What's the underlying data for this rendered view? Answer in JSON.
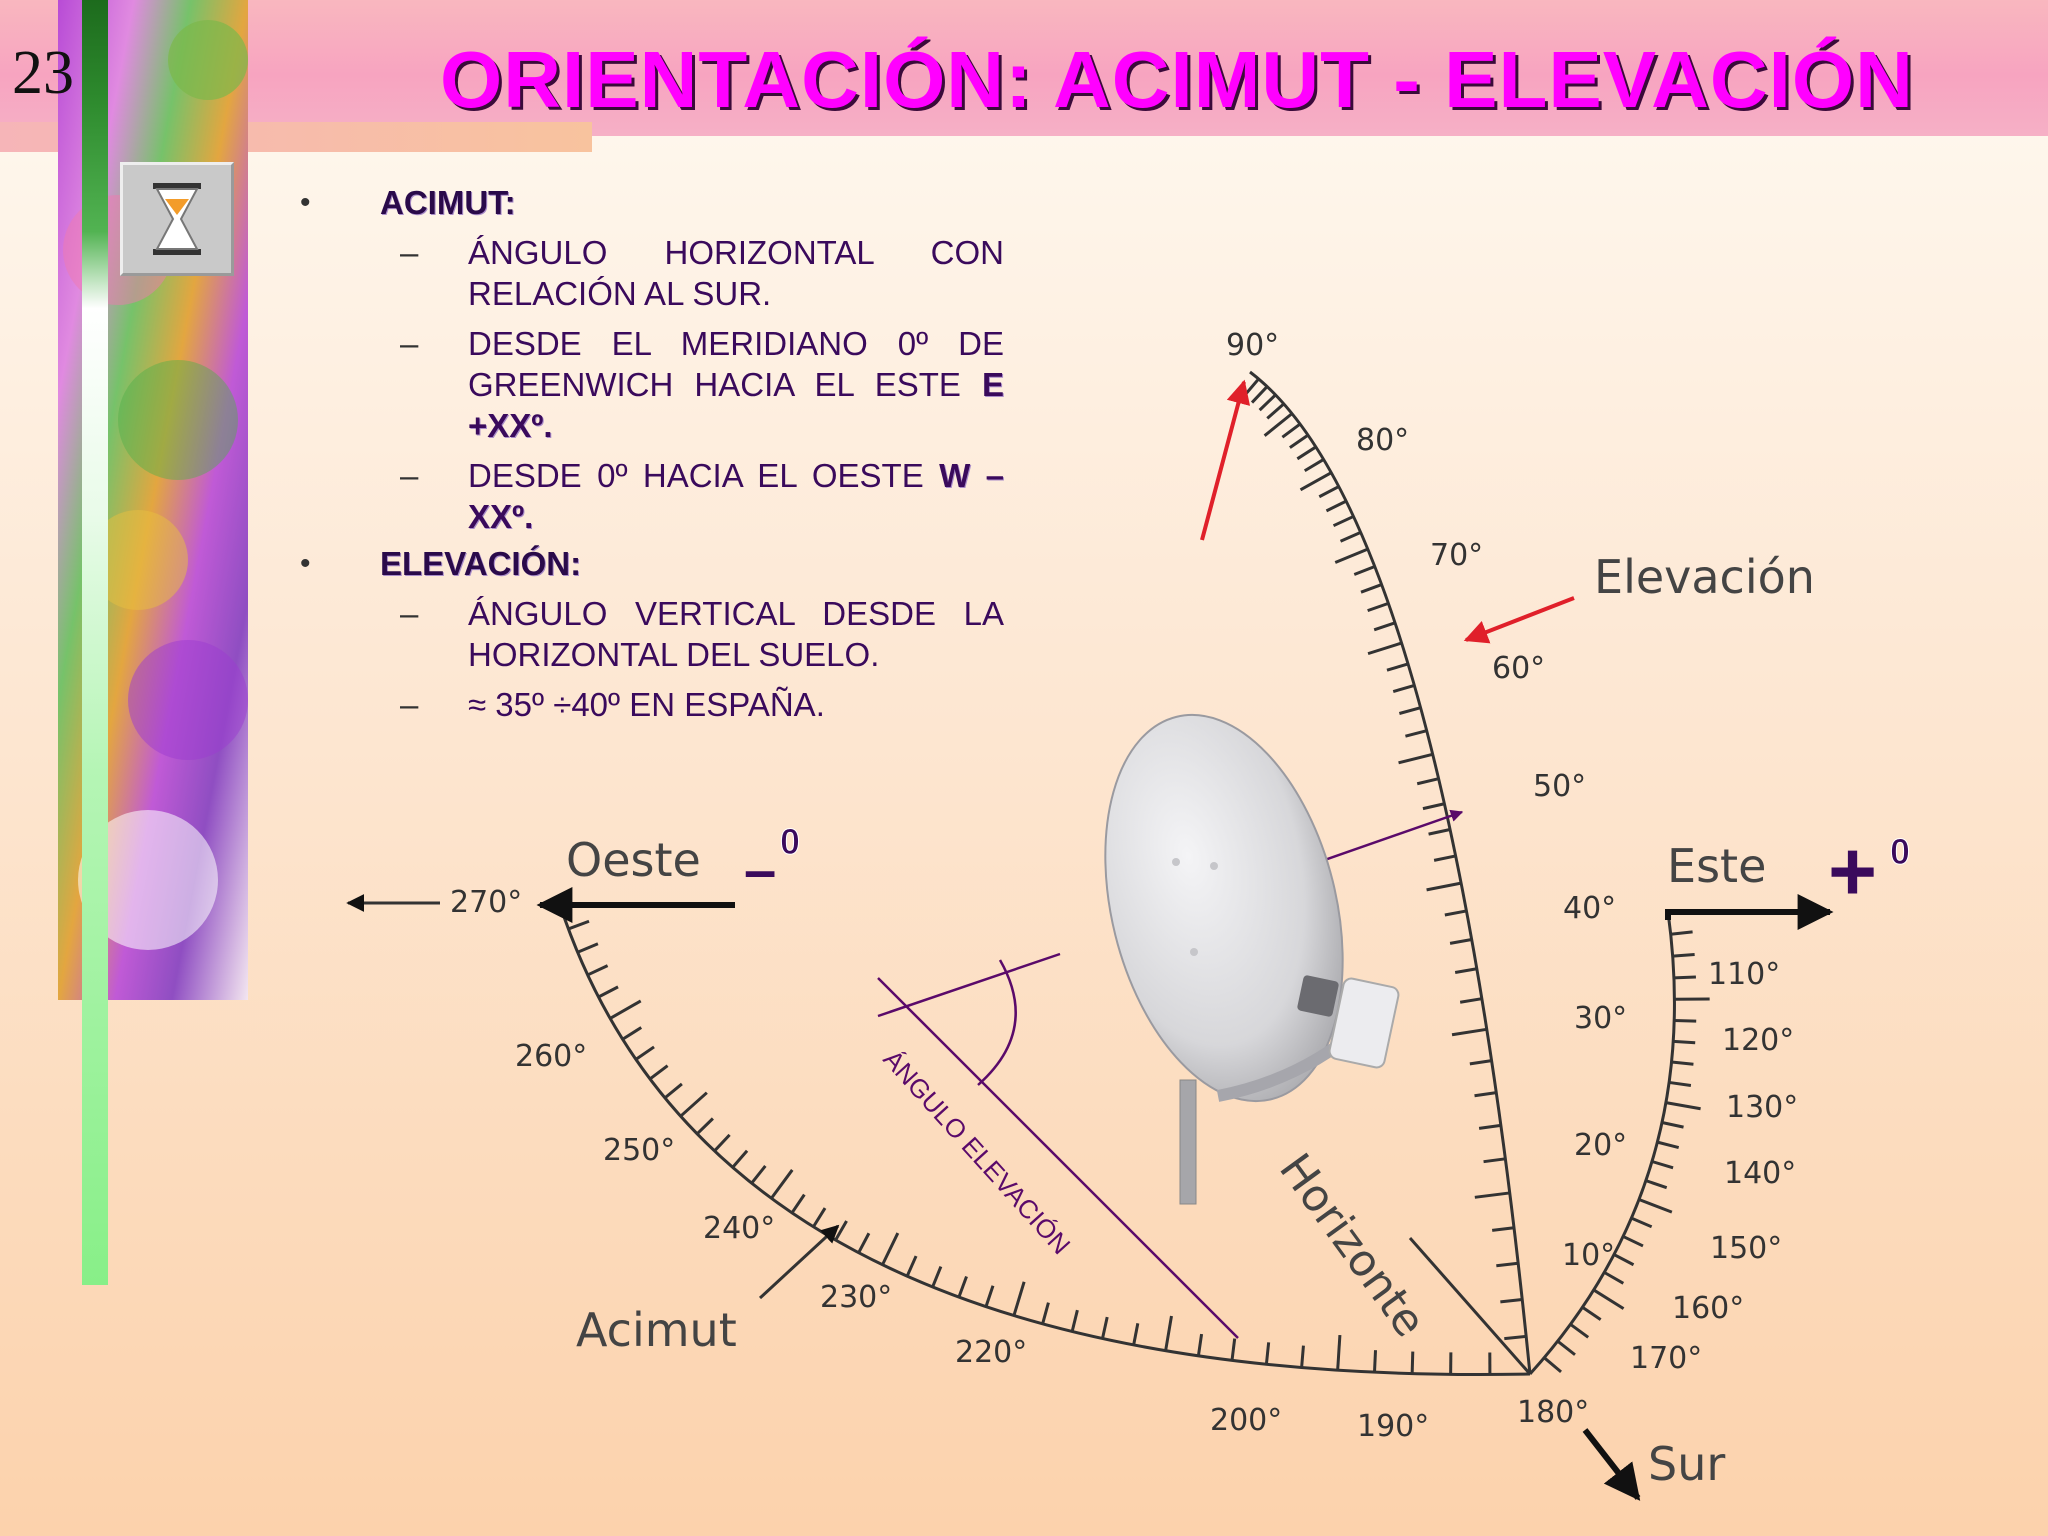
{
  "slide": {
    "number": "23",
    "title": "ORIENTACIÓN: ACIMUT - ELEVACIÓN"
  },
  "bullets": [
    {
      "heading": "ACIMUT:",
      "items": [
        {
          "text": "ÁNGULO HORIZONTAL CON RELACIÓN AL SUR.",
          "bold": ""
        },
        {
          "text": "DESDE EL MERIDIANO 0º DE GREENWICH HACIA EL ESTE ",
          "bold": "E +XXº."
        },
        {
          "text": "DESDE 0º HACIA EL OESTE ",
          "bold": "W –XXº."
        }
      ]
    },
    {
      "heading": "ELEVACIÓN:",
      "items": [
        {
          "text": "ÁNGULO VERTICAL DESDE LA HORIZONTAL DEL SUELO.",
          "bold": ""
        },
        {
          "text": "≈ 35º ÷40º EN ESPAÑA.",
          "bold": ""
        }
      ]
    }
  ],
  "diagram": {
    "elevation_ticks": [
      "90°",
      "80°",
      "70°",
      "60°",
      "50°",
      "40°",
      "30°",
      "20°",
      "10°"
    ],
    "azimuth_east_ticks": [
      "110°",
      "120°",
      "130°",
      "140°",
      "150°",
      "160°",
      "170°"
    ],
    "azimuth_west_ticks": [
      "270°",
      "260°",
      "250°",
      "240°",
      "230°",
      "220°",
      "200°",
      "190°",
      "180°"
    ],
    "labels": {
      "elevacion": "Elevación",
      "oeste": "Oeste",
      "oeste_sign": "–",
      "oeste_deg": "0",
      "este": "Este",
      "este_sign": "+",
      "este_deg": "0",
      "horizonte": "Horizonte",
      "acimut": "Acimut",
      "sur": "Sur",
      "angulo_elevacion": "ÁNGULO ELEVACIÓN"
    },
    "colors": {
      "title": "#ff00ff",
      "arrow_red": "#e0202a",
      "purple_line": "#5a0a6a",
      "scale": "#333333"
    }
  }
}
